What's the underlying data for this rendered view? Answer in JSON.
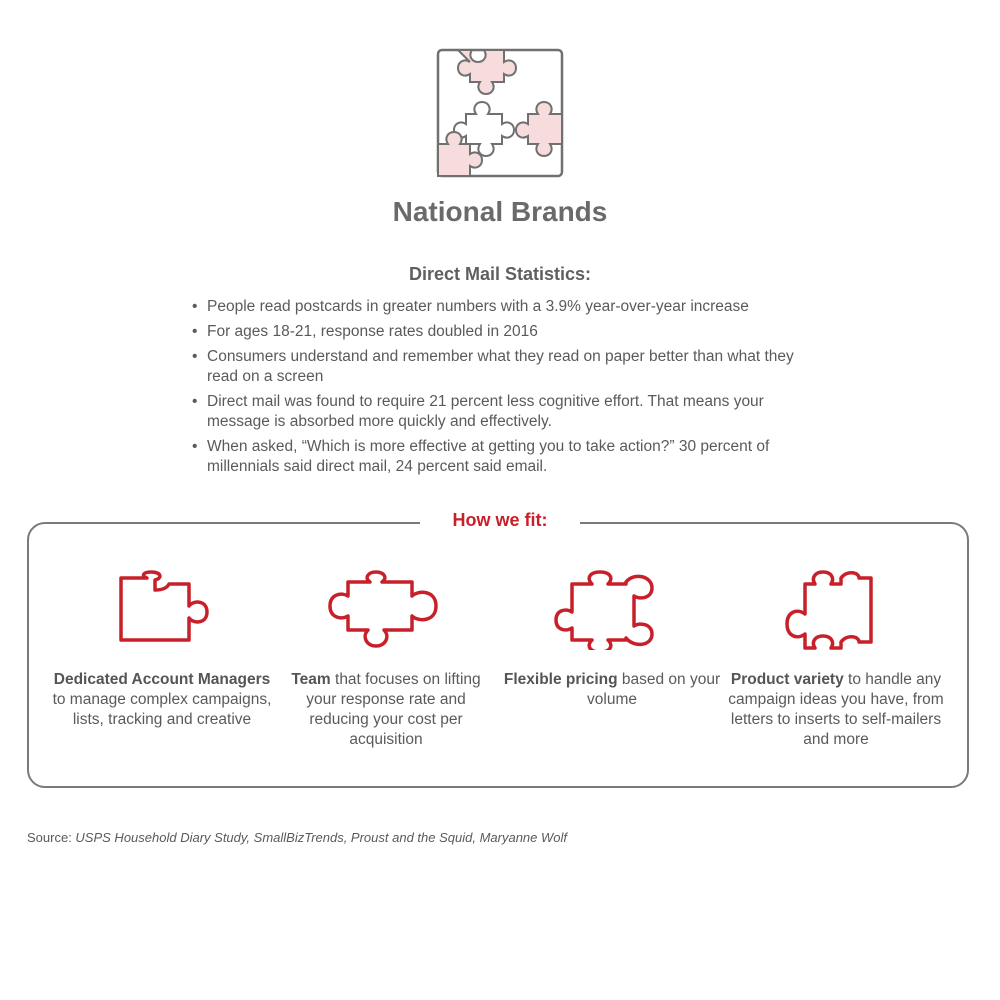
{
  "title": "National Brands",
  "subtitle": "Direct Mail Statistics:",
  "stats": [
    "People read postcards in greater numbers with a 3.9% year-over-year increase",
    "For ages 18-21, response rates doubled in 2016",
    "Consumers understand and remember what they read on paper better than what they read on a screen",
    "Direct mail was found to require 21 percent less cognitive effort. That means your message is absorbed more quickly and effectively.",
    "When asked, “Which is more effective at getting you to take action?” 30 percent of millennials said direct mail, 24 percent said email."
  ],
  "fit": {
    "heading": "How we fit:",
    "items": [
      {
        "icon": "puzzle-corner-piece-icon",
        "bold": "Dedicated Account Managers",
        "rest": " to manage complex campaigns, lists, tracking and creative"
      },
      {
        "icon": "puzzle-edge-piece-icon",
        "bold": "Team",
        "rest": " that focuses on lifting your response rate and reducing your cost per acquisition"
      },
      {
        "icon": "puzzle-center-piece-icon",
        "bold": "Flexible pricing",
        "rest": " based on your volume"
      },
      {
        "icon": "puzzle-edge-piece-icon",
        "bold": "Product variety",
        "rest": " to handle any campaign ideas you have, from letters to inserts to self-mailers and more"
      }
    ]
  },
  "source": {
    "label": "Source: ",
    "text": "USPS Household Diary Study, SmallBizTrends, Proust and the Squid, Maryanne Wolf"
  },
  "colors": {
    "accent": "#c8202a",
    "text": "#5a5a5a",
    "puzzle_fill": "#f6dcdc",
    "border": "#7a7a7a"
  }
}
